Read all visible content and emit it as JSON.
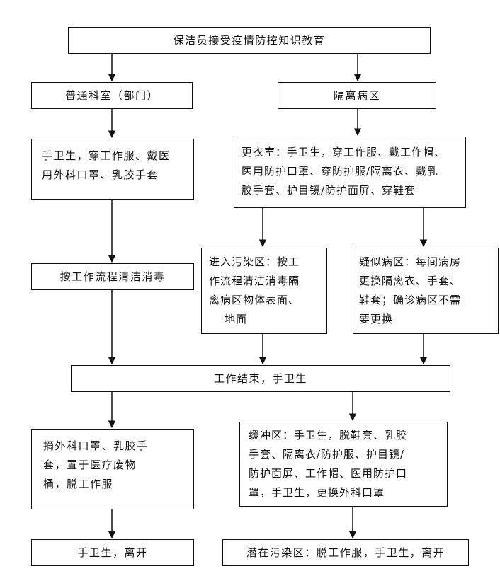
{
  "flowchart": {
    "training": "保洁员接受疫情防控知识教育",
    "general_ward": {
      "title": "普通科室（部门）",
      "prep_lines": [
        "手卫生，穿工作服、戴医",
        "用外科口罩、乳胶手套"
      ],
      "clean": "按工作流程清洁消毒",
      "doffing_lines": [
        "摘外科口罩、乳胶手",
        "套，置于医疗废物",
        "桶，脱工作服"
      ],
      "leave": "手卫生，离开"
    },
    "isolation_ward": {
      "title": "隔离病区",
      "changing_room_lines": [
        "更衣室：手卫生，穿工作服、戴工作帽、",
        "医用防护口罩、穿防护服/隔离衣、戴乳",
        "胶手套、护目镜/防护面屏、穿鞋套"
      ],
      "contaminated_area_lines": [
        "进入污染区：按工",
        "作流程清洁消毒隔",
        "离病区物体表面、",
        "地面"
      ],
      "suspected_ward_lines": [
        "疑似病区：每间病房",
        "更换隔离衣、手套、",
        "鞋套；确诊病区不需",
        "要更换"
      ],
      "buffer_zone_lines": [
        "缓冲区：手卫生，脱鞋套、乳胶",
        "手套、隔离衣/防护服、护目镜/",
        "防护面屏、工作帽、医用防护口",
        "罩，手卫生，更换外科口罩"
      ],
      "potential_area": "潜在污染区：脱工作服，手卫生，离开"
    },
    "work_end": "工作结束，手卫生"
  },
  "colors": {
    "line": "#111111",
    "background": "#ffffff"
  }
}
